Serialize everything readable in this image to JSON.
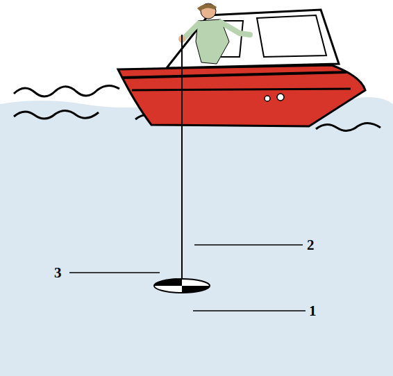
{
  "diagram": {
    "labels": [
      "2",
      "3",
      "1"
    ]
  }
}
